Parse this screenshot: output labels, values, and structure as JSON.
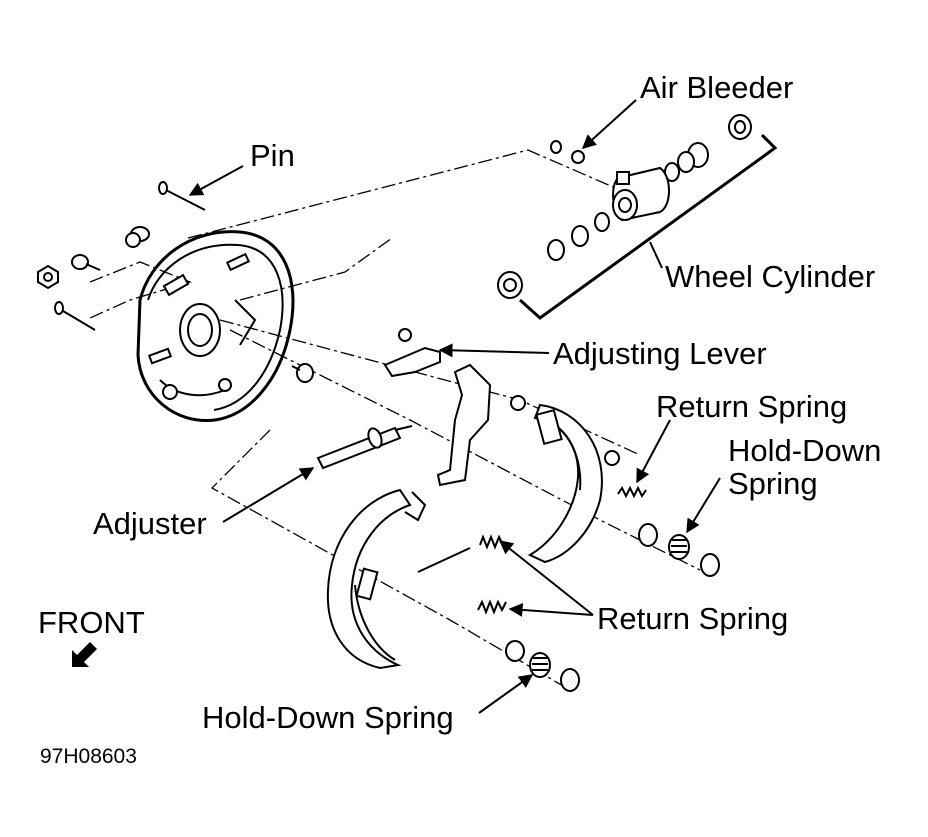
{
  "labels": {
    "pin": "Pin",
    "air_bleeder": "Air Bleeder",
    "wheel_cylinder": "Wheel Cylinder",
    "adjusting_lever": "Adjusting Lever",
    "return_spring_top": "Return Spring",
    "hold_down_spring_right_line1": "Hold-Down",
    "hold_down_spring_right_line2": "Spring",
    "adjuster": "Adjuster",
    "return_spring_bottom": "Return Spring",
    "front": "FRONT",
    "hold_down_spring_bottom": "Hold-Down Spring",
    "figure_code": "97H08603"
  },
  "icons": {
    "front_direction": "arrow-down-left-icon"
  },
  "colors": {
    "line": "#000000",
    "background": "#ffffff"
  }
}
